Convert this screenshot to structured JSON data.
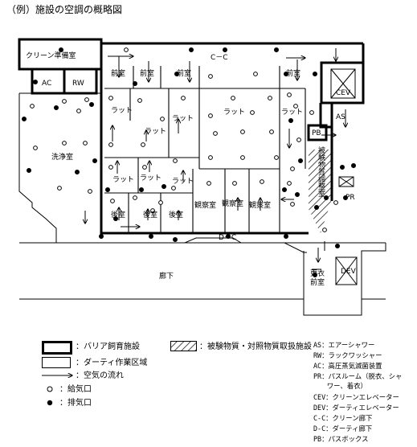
{
  "title": "（例）施設の空調の概略図",
  "rooms": {
    "clean_prep": "クリーン準備室",
    "ac": "AC",
    "rw": "RW",
    "cc_corridor": "C－C",
    "cev": "CEV",
    "as": "AS",
    "pb": "PB",
    "washing": "洗浄室",
    "test_substance_room": "被験物質調整室",
    "pr": "PR",
    "dc_corridor": "D－C",
    "corridor": "廊下",
    "change_anteroom": "更衣前室",
    "dev": "DEV",
    "front_room": "前室",
    "rat": "ラット",
    "rear_room": "後室",
    "observation": "観察室"
  },
  "legend": {
    "barrier": "：バリア飼育施設",
    "dirty": "：ダーティ作業区域",
    "airflow": "：空気の流れ",
    "supply": "：給気口",
    "exhaust": "：排気口",
    "hatched": "：被験物質・対照物質取扱施設"
  },
  "abbreviations": [
    "AS：エアーシャワー",
    "RW：ラックワッシャー",
    "AC：高圧蒸気滅菌装置",
    "PR：パスルーム（脱衣、シャ",
    "　　ワー、着衣）",
    "CEV：クリーンエレベーター",
    "DEV：ダーティエレベーター",
    "C-C：クリーン廊下",
    "D-C：ダーティ廊下",
    "PB：パスボックス"
  ]
}
